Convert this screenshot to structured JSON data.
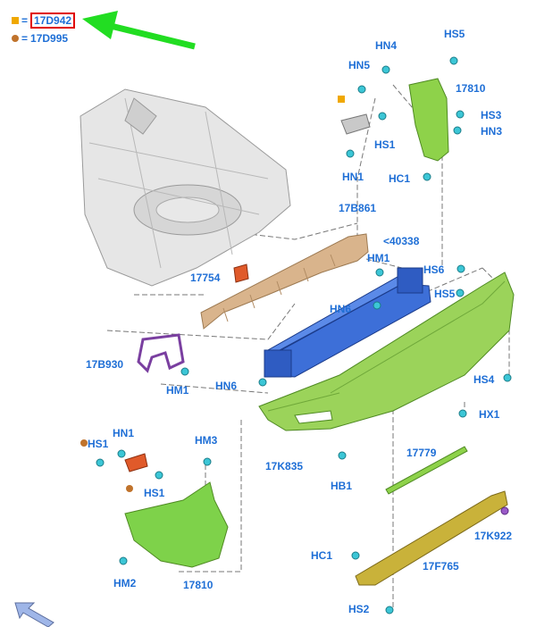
{
  "legend": {
    "square_code": "17D942",
    "circle_code": "17D995",
    "square_color": "#f0a800",
    "circle_color": "#c0732c",
    "equals": "="
  },
  "labels": {
    "hn4": "HN4",
    "hs5_top": "HS5",
    "hn5": "HN5",
    "p17810_top": "17810",
    "hs3": "HS3",
    "hn3": "HN3",
    "hs1_top": "HS1",
    "hn1_top": "HN1",
    "hc1_top": "HC1",
    "p17b861": "17B861",
    "p40338": "<40338",
    "hm1_mid": "HM1",
    "p17754": "17754",
    "hs6": "HS6",
    "hs5_mid": "HS5",
    "hn6_mid": "HN6",
    "p17b930": "17B930",
    "hm1_low": "HM1",
    "hn6_low": "HN6",
    "hs4": "HS4",
    "hx1": "HX1",
    "hs1_left": "HS1",
    "hn1_left": "HN1",
    "hm3": "HM3",
    "hs1_low": "HS1",
    "p17k835": "17K835",
    "hb1": "HB1",
    "p17779": "17779",
    "p17k922": "17K922",
    "hc1_low": "HC1",
    "p17f765": "17F765",
    "hm2": "HM2",
    "p17810_low": "17810",
    "hs2": "HS2"
  },
  "colors": {
    "label": "#1f6fd6",
    "bumper": "#9bd35a",
    "beam": "#3d6fd8",
    "absorber": "#d9b48c",
    "bracket_red": "#e05a2a",
    "guide_right": "#8ed24a",
    "guide_left": "#7ed24a",
    "step_pad": "#c9b23a",
    "arrow": "#22dd22",
    "nav_arrow": "#9fb6e8"
  }
}
